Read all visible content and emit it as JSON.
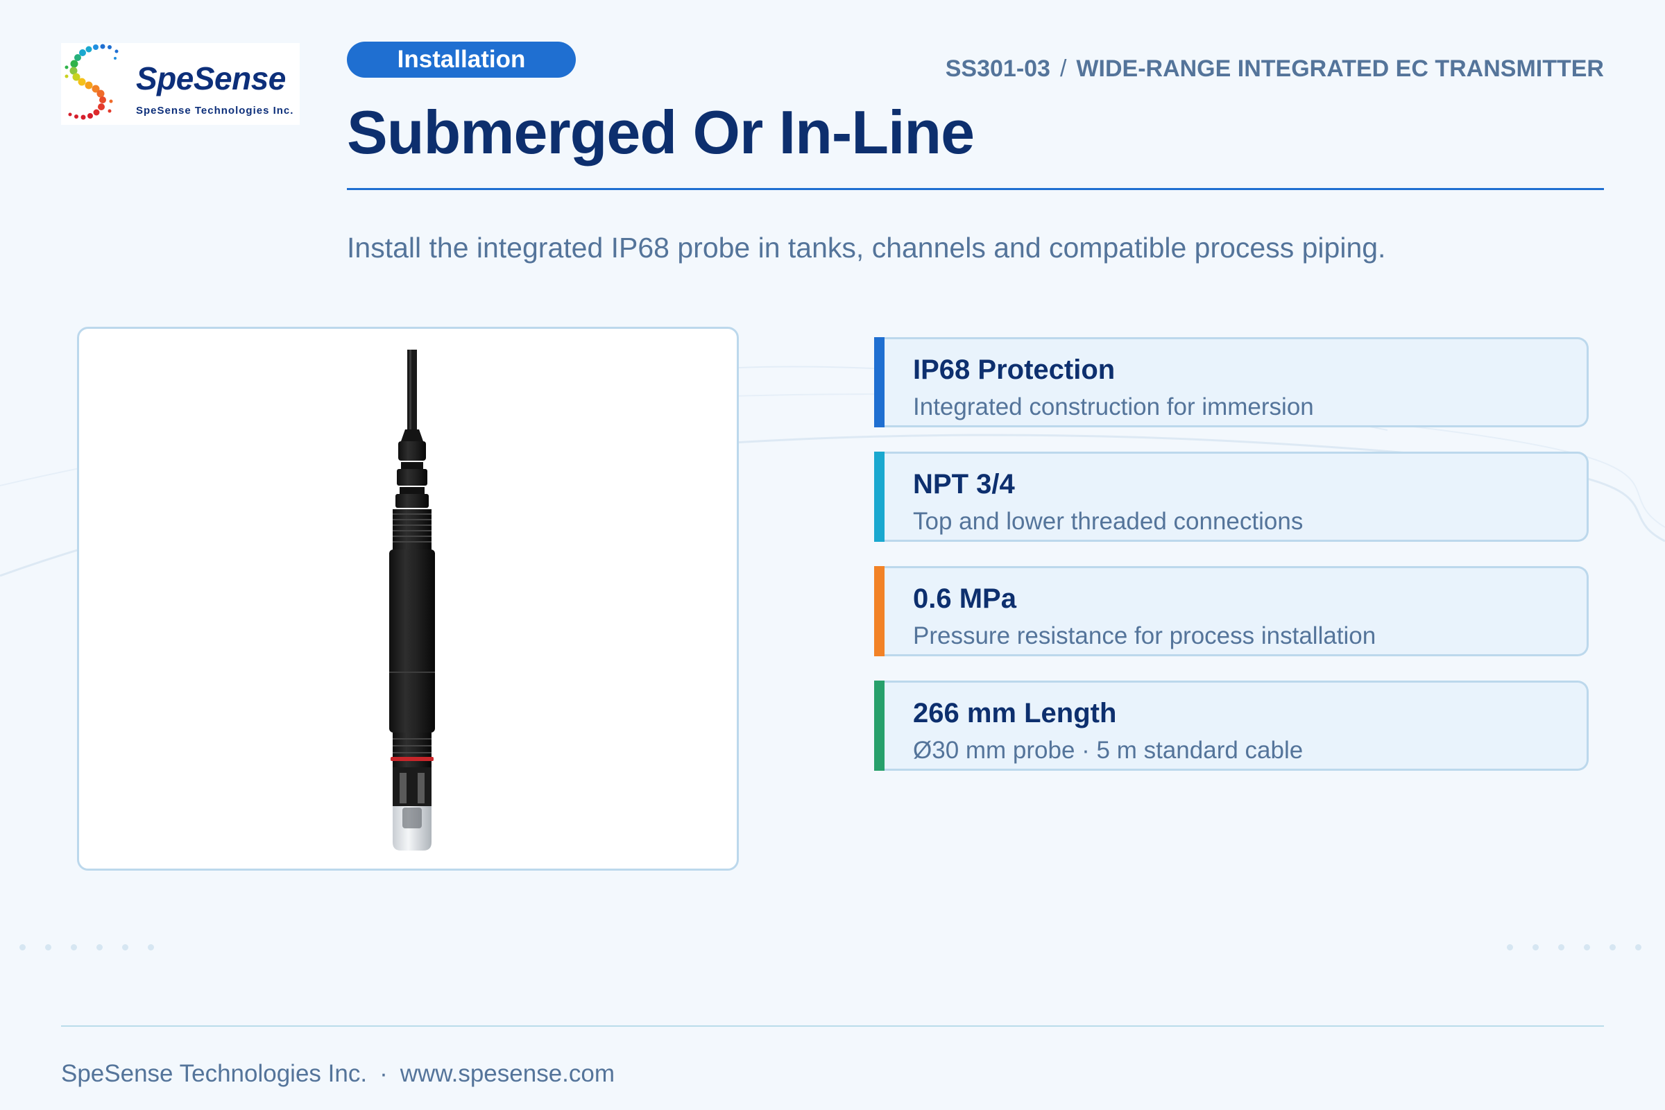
{
  "brand": {
    "name": "SpeSense",
    "tagline": "SpeSense Technologies Inc."
  },
  "header": {
    "badge": "Installation",
    "model": "SS301-03",
    "separator": "/",
    "product": "WIDE-RANGE INTEGRATED EC TRANSMITTER",
    "title": "Submerged Or In-Line",
    "subtitle": "Install the integrated IP68 probe in tanks, channels and compatible process piping."
  },
  "features": [
    {
      "title": "IP68 Protection",
      "desc": "Integrated construction for immersion",
      "accent": "#1f6fd1"
    },
    {
      "title": "NPT 3/4",
      "desc": "Top and lower threaded connections",
      "accent": "#1aa8cf"
    },
    {
      "title": "0.6 MPa",
      "desc": "Pressure resistance for process installation",
      "accent": "#f28226"
    },
    {
      "title": "266 mm Length",
      "desc": "Ø30 mm probe · 5 m standard cable",
      "accent": "#27a06b"
    }
  ],
  "footer": {
    "company": "SpeSense Technologies Inc.",
    "separator": "·",
    "website": "www.spesense.com"
  },
  "colors": {
    "primary": "#1f6fd1",
    "navy": "#0d2f6e",
    "muted": "#54749a",
    "background": "#f3f8fd"
  }
}
